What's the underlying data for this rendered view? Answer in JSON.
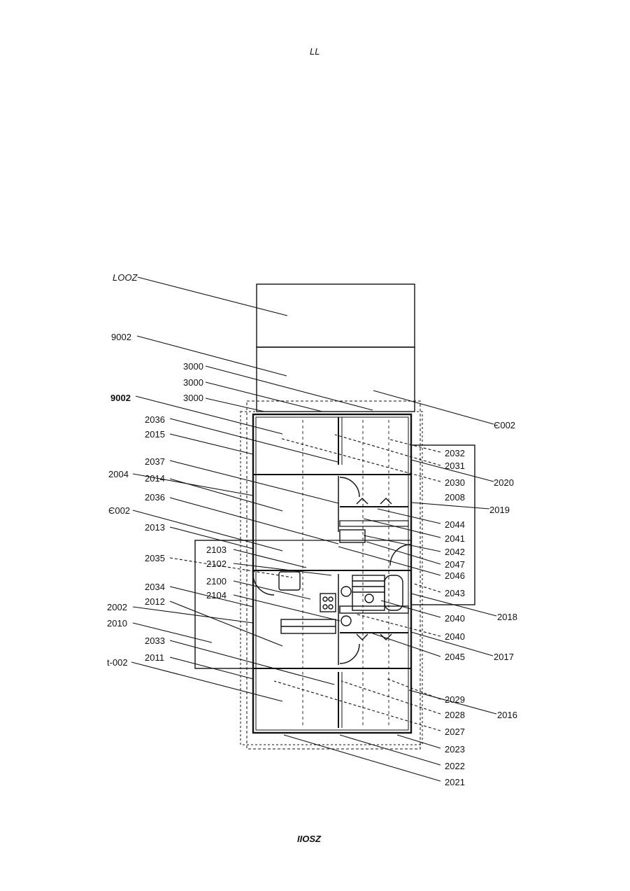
{
  "header": {
    "page_mark": "LL"
  },
  "footer": {
    "doc_mark": "IIOSZ"
  },
  "labels": {
    "l_2001": "LOOZ",
    "l_9002a": "9002",
    "l_3000a": "3000",
    "l_3000b": "3000",
    "l_3000c": "3000",
    "l_9002b": "9002",
    "l_2036a": "2036",
    "l_2015": "2015",
    "l_2037": "2037",
    "l_2004": "2004",
    "l_2014": "2014",
    "l_2036b": "2036",
    "l_e002a": "Є002",
    "l_2013": "2013",
    "l_2103": "2103",
    "l_2035": "2035",
    "l_2102": "2102",
    "l_2100": "2100",
    "l_2034": "2034",
    "l_2104": "2104",
    "l_2012": "2012",
    "l_2002": "2002",
    "l_2010": "2010",
    "l_2033": "2033",
    "l_2011": "2011",
    "l_t002": "t-002",
    "r_e002": "Є002",
    "r_2032": "2032",
    "r_2031": "2031",
    "r_2020": "2020",
    "r_2030": "2030",
    "r_2008": "2008",
    "r_2019": "2019",
    "r_2044": "2044",
    "r_2041": "2041",
    "r_2042": "2042",
    "r_2047": "2047",
    "r_2046": "2046",
    "r_2043": "2043",
    "r_2018": "2018",
    "r_2040a": "2040",
    "r_2040b": "2040",
    "r_2017": "2017",
    "r_2045": "2045",
    "r_2029": "2029",
    "r_2016": "2016",
    "r_2028": "2028",
    "r_2027": "2027",
    "r_2023": "2023",
    "r_2022": "2022",
    "r_2021": "2021"
  }
}
